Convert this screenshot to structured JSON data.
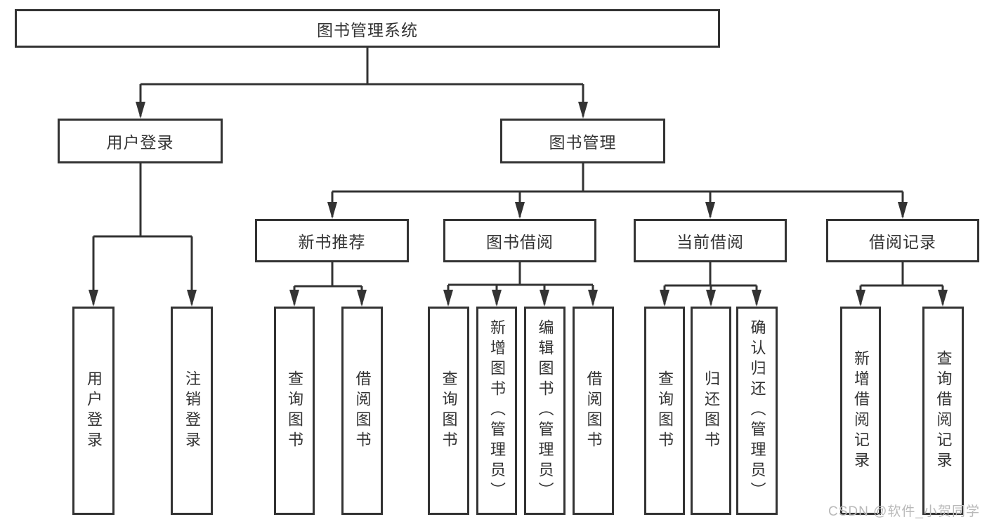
{
  "diagram": {
    "root": {
      "label": "图书管理系统"
    },
    "level2": {
      "user_login": {
        "label": "用户登录"
      },
      "book_management": {
        "label": "图书管理"
      }
    },
    "level3": {
      "new_book_recommend": {
        "label": "新书推荐"
      },
      "book_borrow": {
        "label": "图书借阅"
      },
      "current_borrow": {
        "label": "当前借阅"
      },
      "borrow_record": {
        "label": "借阅记录"
      }
    },
    "leaves": {
      "user_login": [
        "用户登录",
        "注销登录"
      ],
      "new_book_recommend": [
        "查询图书",
        "借阅图书"
      ],
      "book_borrow": [
        "查询图书",
        "新增图书（管理员）",
        "编辑图书（管理员）",
        "借阅图书"
      ],
      "current_borrow": [
        "查询图书",
        "归还图书",
        "确认归还（管理员）"
      ],
      "borrow_record": [
        "新增借阅记录",
        "查询借阅记录"
      ]
    }
  },
  "watermark": "CSDN @软件_小贺同学",
  "colors": {
    "line": "#333333",
    "text": "#333333",
    "box_background": "#ffffff",
    "watermark": "#b9b9b9",
    "background": "#ffffff"
  }
}
